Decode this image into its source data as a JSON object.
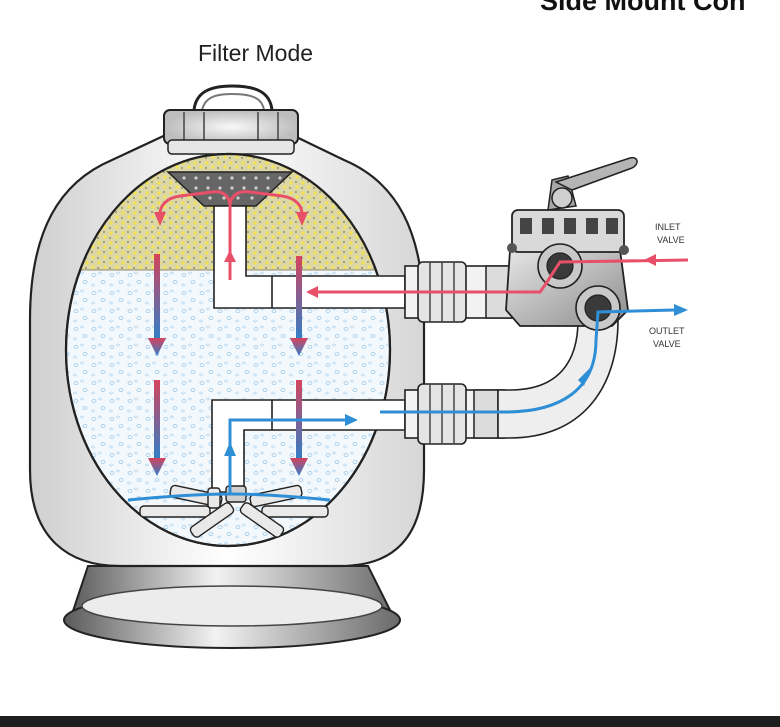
{
  "header": {
    "title": "Side Mount Con"
  },
  "diagram": {
    "mode_label": "Filter Mode",
    "inlet_label": [
      "INLET",
      "VALVE"
    ],
    "outlet_label": [
      "OUTLET",
      "VALVE"
    ],
    "colors": {
      "inlet_flow": "#e8506a",
      "outlet_flow": "#2f8fd6",
      "sand": "#dcd7a6",
      "tank_outline": "#222222"
    }
  }
}
